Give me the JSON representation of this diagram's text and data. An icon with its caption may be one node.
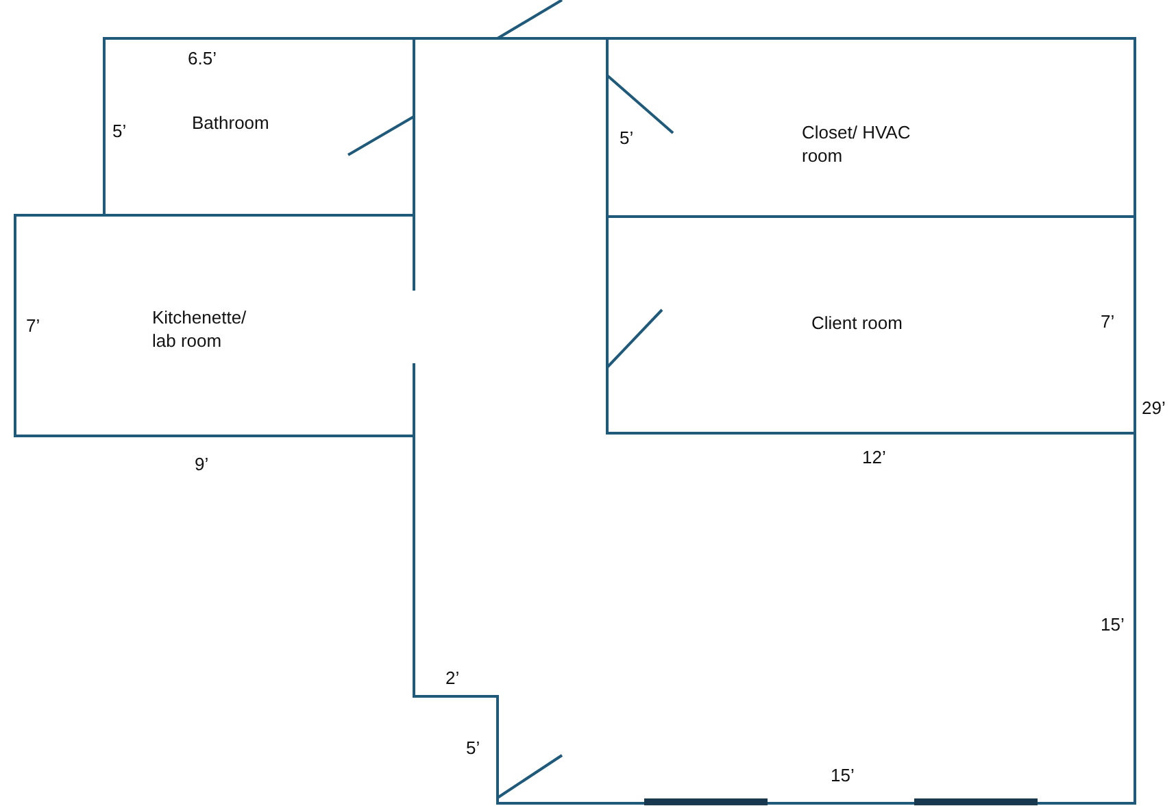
{
  "diagram": {
    "nodes": [
      {
        "text": [
          "Bathroom"
        ]
      },
      {
        "text": [
          "Kitchenette/ lab room"
        ]
      },
      {
        "text": [
          "Closet/ HVAC room"
        ]
      },
      {
        "text": [
          "Client room"
        ]
      }
    ],
    "labels": [
      "6.5’",
      "5’",
      "5’",
      "7’",
      "7’",
      "29’",
      "9’",
      "12’",
      "15’",
      "2’",
      "5’",
      "15’"
    ]
  }
}
